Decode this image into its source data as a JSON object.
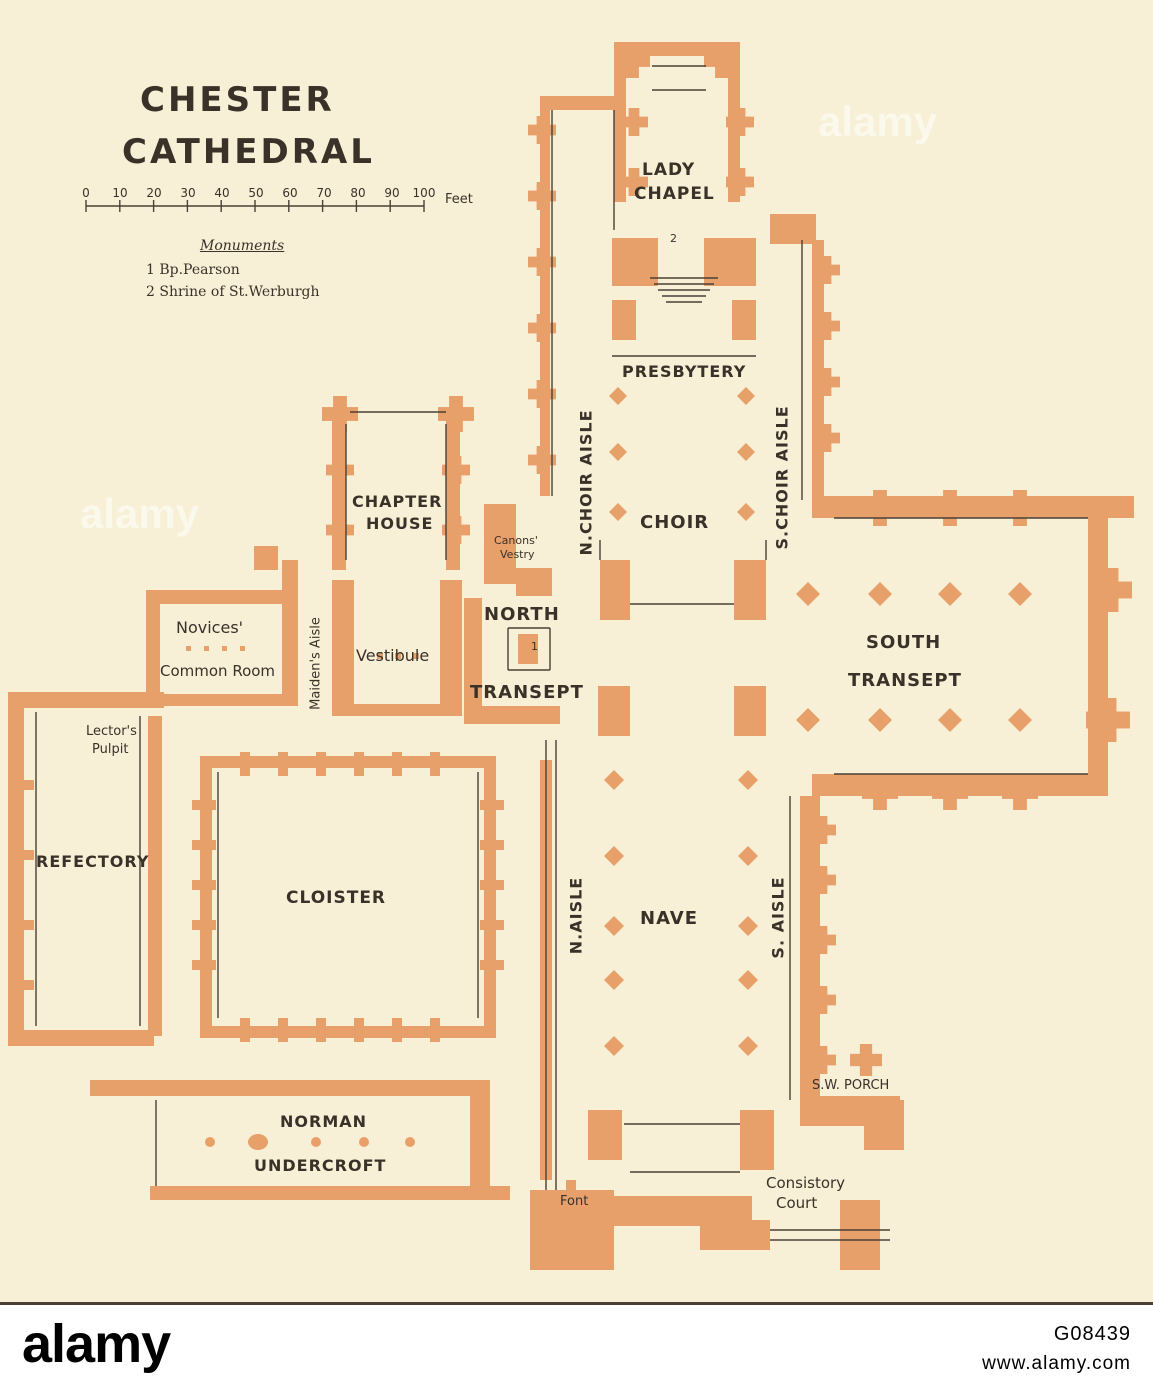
{
  "title": {
    "line1": "CHESTER",
    "line2": "CATHEDRAL"
  },
  "scale": {
    "ticks": [
      "0",
      "10",
      "20",
      "30",
      "40",
      "50",
      "60",
      "70",
      "80",
      "90",
      "100"
    ],
    "unit": "Feet"
  },
  "legend": {
    "title": "Monuments",
    "items": [
      "1 Bp.Pearson",
      "2 Shrine of St.Werburgh"
    ]
  },
  "labels": {
    "lady_chapel": [
      "LADY",
      "CHAPEL"
    ],
    "presbytery": "PRESBYTERY",
    "n_choir_aisle": "N.CHOIR AISLE",
    "s_choir_aisle": "S.CHOIR AISLE",
    "choir": "CHOIR",
    "chapter_house": [
      "CHAPTER",
      "HOUSE"
    ],
    "canons_vestry": [
      "Canons'",
      "Vestry"
    ],
    "north": "NORTH",
    "transept": "TRANSEPT",
    "south_transept": [
      "SOUTH",
      "TRANSEPT"
    ],
    "novices": [
      "Novices'",
      "Common Room"
    ],
    "maidens_aisle": "Maiden's Aisle",
    "vestibule": "Vestibule",
    "lectors_pulpit": [
      "Lector's",
      "Pulpit"
    ],
    "refectory": "REFECTORY",
    "cloister": "CLOISTER",
    "n_aisle": "N.AISLE",
    "nave": "NAVE",
    "s_aisle": "S. AISLE",
    "sw_porch": "S.W. PORCH",
    "norman_undercroft": [
      "NORMAN",
      "UNDERCROFT"
    ],
    "consistory_court": [
      "Consistory",
      "Court"
    ],
    "font": "Font",
    "marker_1": "1",
    "marker_2": "2"
  },
  "watermarks": [
    "alamy",
    "alamy"
  ],
  "footer": {
    "logo": "alamy",
    "image_id": "G08439",
    "url": "www.alamy.com"
  },
  "colors": {
    "paper": "#f7f0d6",
    "masonry": "#e8a06a",
    "ink": "#3a3129"
  }
}
